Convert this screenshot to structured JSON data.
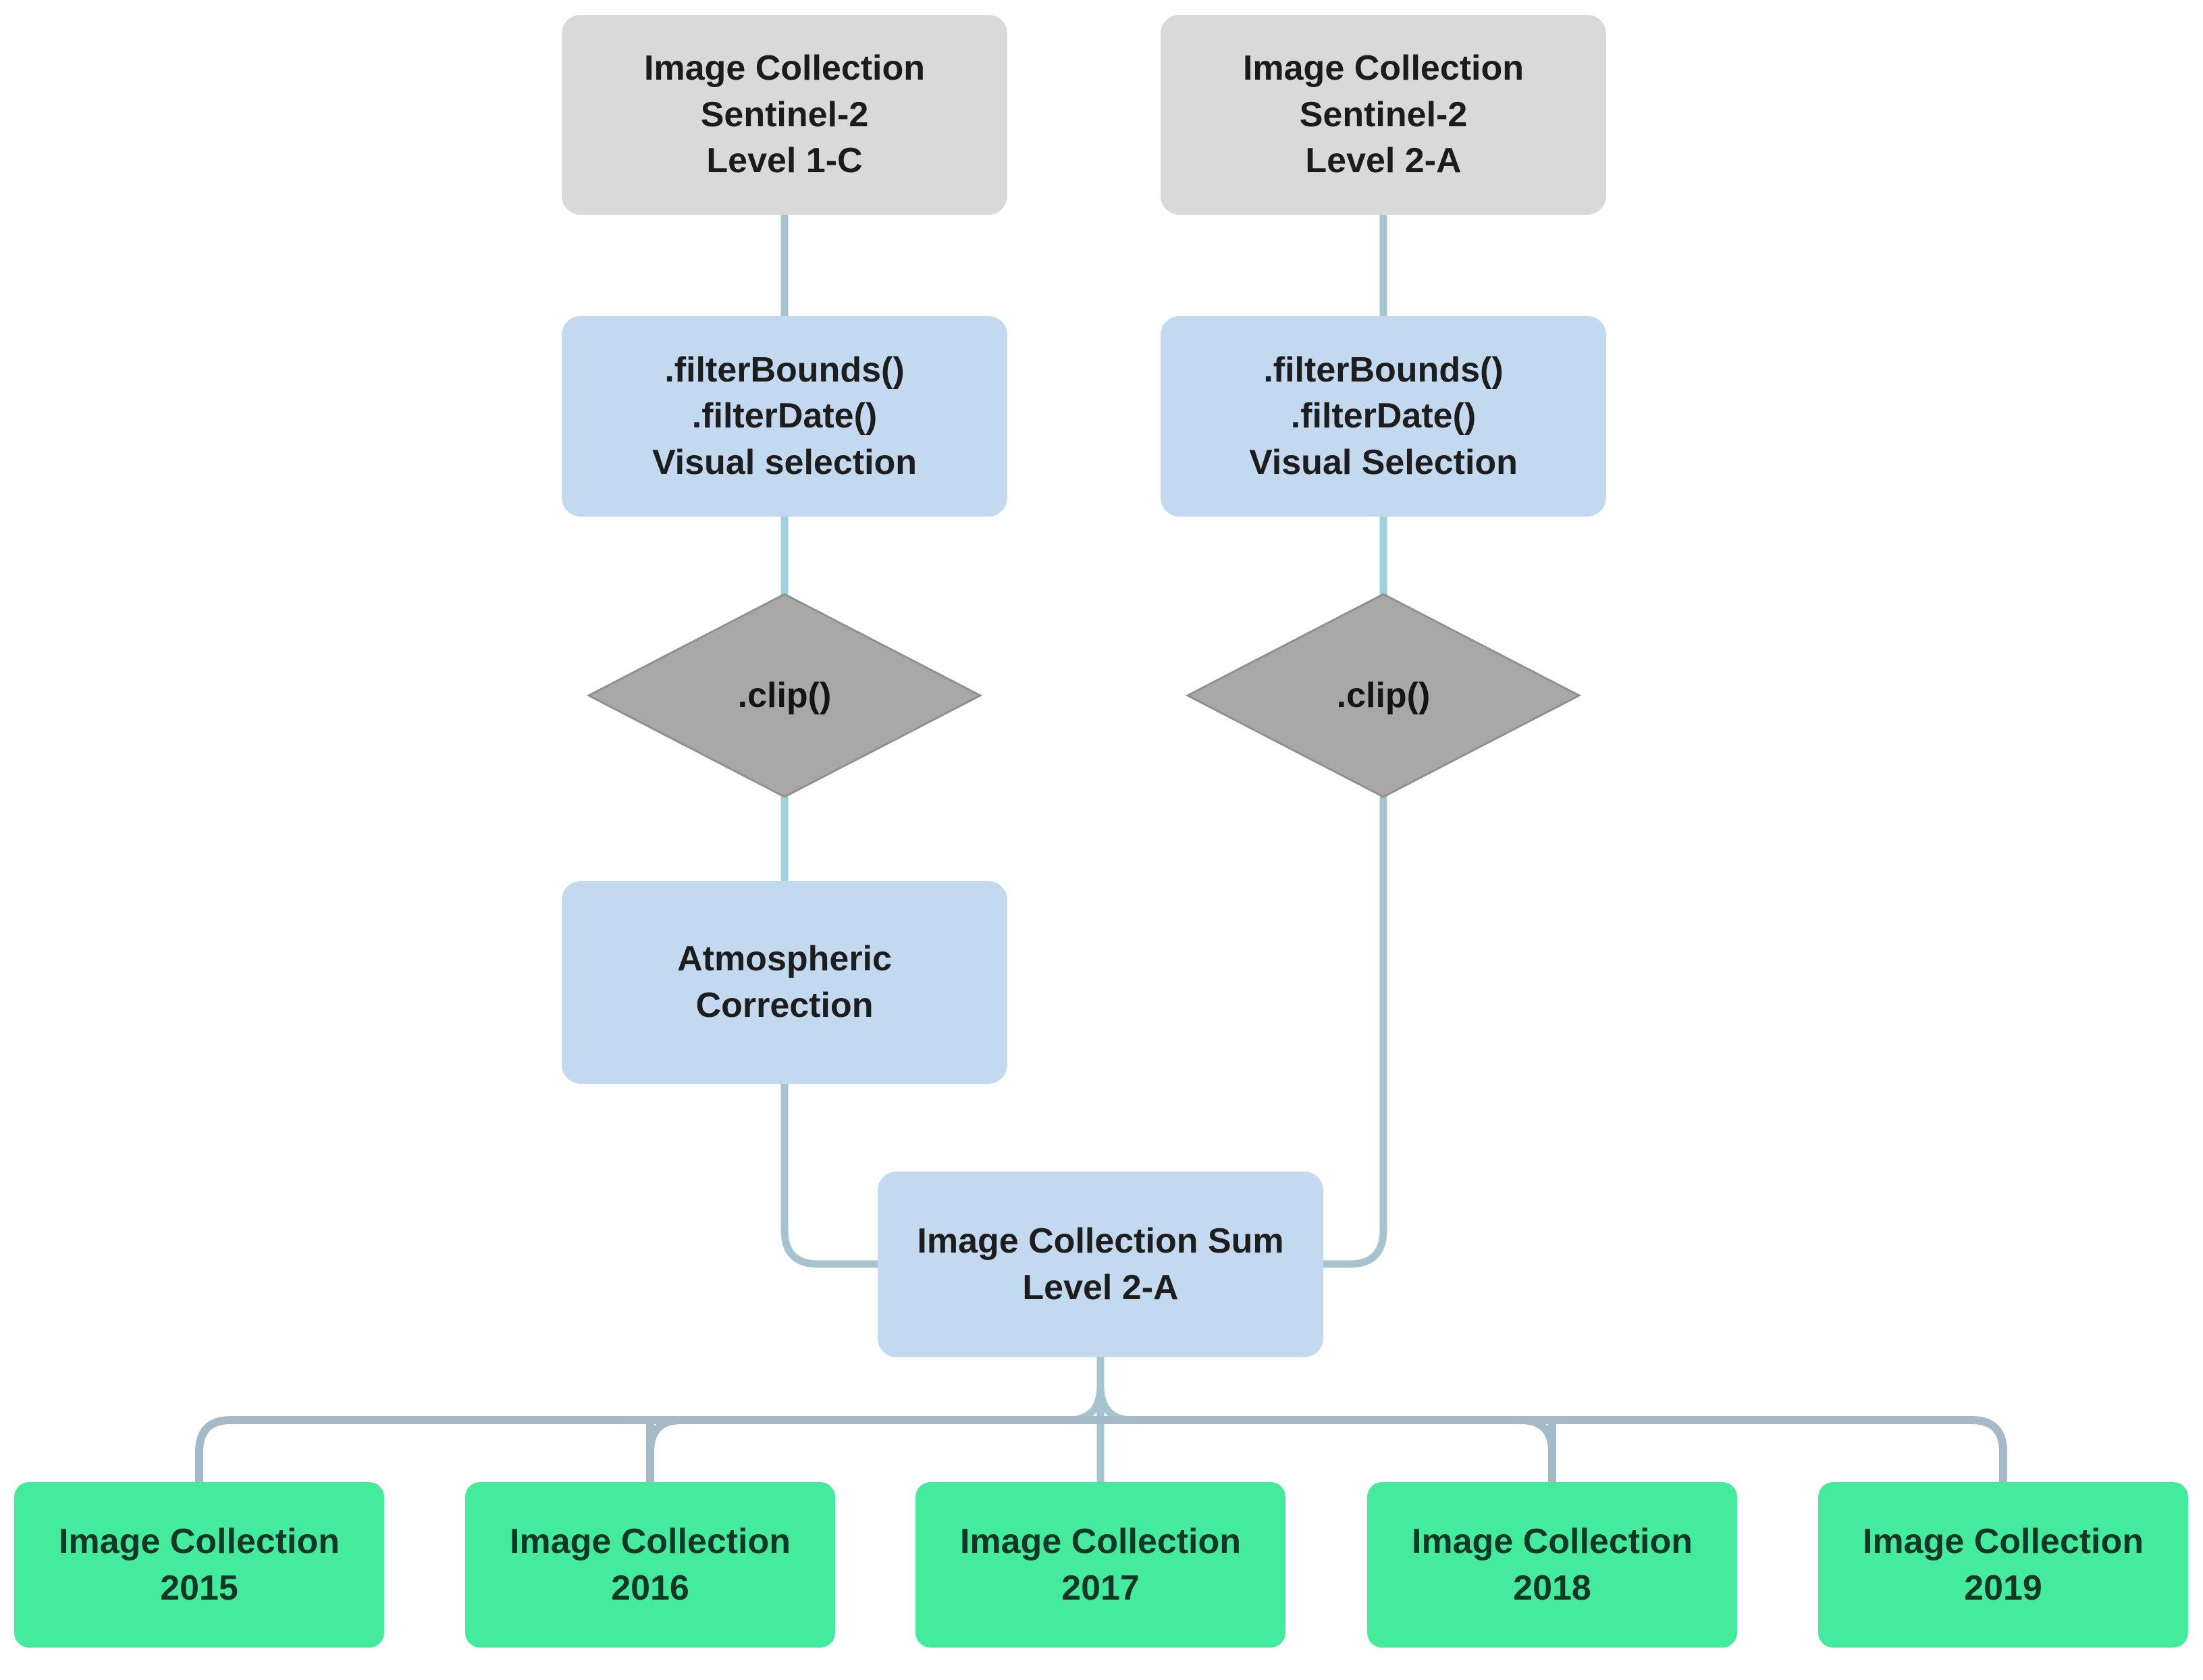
{
  "diagram": {
    "title_hint": "Sentinel-2 image collection processing flowchart",
    "colors": {
      "source_box_fill": "#d9d9d9",
      "process_box_fill": "#c2d9f0",
      "diamond_fill": "#a8a8a8",
      "diamond_border": "#909090",
      "year_box_fill": "#45eb9d",
      "connector": "#a6c3d0",
      "connector_cyan": "#9fd0e0",
      "connector_bus": "#a4bac9",
      "text_dark": "#1b1b1b",
      "text_green_box": "#143627",
      "background": "#ffffff"
    },
    "nodes": {
      "source_l1c": {
        "line1": "Image Collection",
        "line2": "Sentinel-2",
        "line3": "Level 1-C"
      },
      "source_l2a": {
        "line1": "Image Collection",
        "line2": "Sentinel-2",
        "line3": "Level 2-A"
      },
      "filter_left": {
        "line1": ".filterBounds()",
        "line2": ".filterDate()",
        "line3": "Visual selection"
      },
      "filter_right": {
        "line1": ".filterBounds()",
        "line2": ".filterDate()",
        "line3": "Visual Selection"
      },
      "clip_left": {
        "label": ".clip()"
      },
      "clip_right": {
        "label": ".clip()"
      },
      "atmospheric": {
        "line1": "Atmospheric",
        "line2": "Correction"
      },
      "sum": {
        "line1": "Image Collection Sum",
        "line2": "Level 2-A"
      }
    },
    "year_boxes": [
      {
        "label": "Image Collection",
        "year": "2015"
      },
      {
        "label": "Image Collection",
        "year": "2016"
      },
      {
        "label": "Image Collection",
        "year": "2017"
      },
      {
        "label": "Image Collection",
        "year": "2018"
      },
      {
        "label": "Image Collection",
        "year": "2019"
      }
    ]
  }
}
